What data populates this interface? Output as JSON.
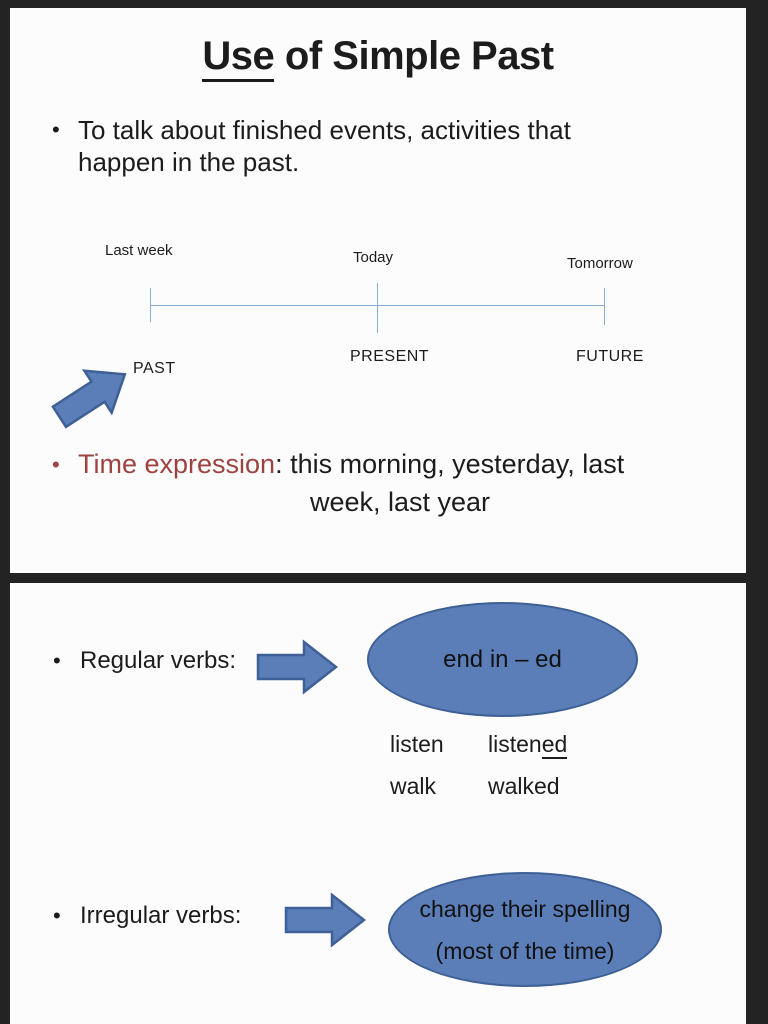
{
  "colors": {
    "frame_bg": "#232323",
    "slide_bg": "#fcfcfc",
    "text": "#1c1c1c",
    "maroon": "#9c4340",
    "blue_fill": "#5b7eb8",
    "blue_border": "#3e6096",
    "timeline_line": "#8aabd6"
  },
  "slide1": {
    "title_underlined": "Use",
    "title_rest": " of Simple Past",
    "bullet_marker": "•",
    "bullet1_line1": "To talk about finished events, activities that",
    "bullet1_line2": "happen in the past.",
    "timeline": {
      "last_week": "Last week",
      "today": "Today",
      "tomorrow": "Tomorrow",
      "past": "PAST",
      "present": "PRESENT",
      "future": "FUTURE"
    },
    "bullet2_lead": "Time expression",
    "bullet2_rest": ": this morning, yesterday, last",
    "bullet2_line2": "week, last year"
  },
  "slide2": {
    "bullet_marker": "•",
    "regular_label": "Regular verbs:",
    "ellipse_regular": "end in – ed",
    "example1_base": "listen",
    "example1_past_stem": "listen",
    "example1_past_ending": "ed",
    "example2_base": "walk",
    "example2_past": "walked",
    "irregular_label": "Irregular verbs:",
    "ellipse_irregular_line1": "change their spelling",
    "ellipse_irregular_line2": "(most of the time)"
  }
}
